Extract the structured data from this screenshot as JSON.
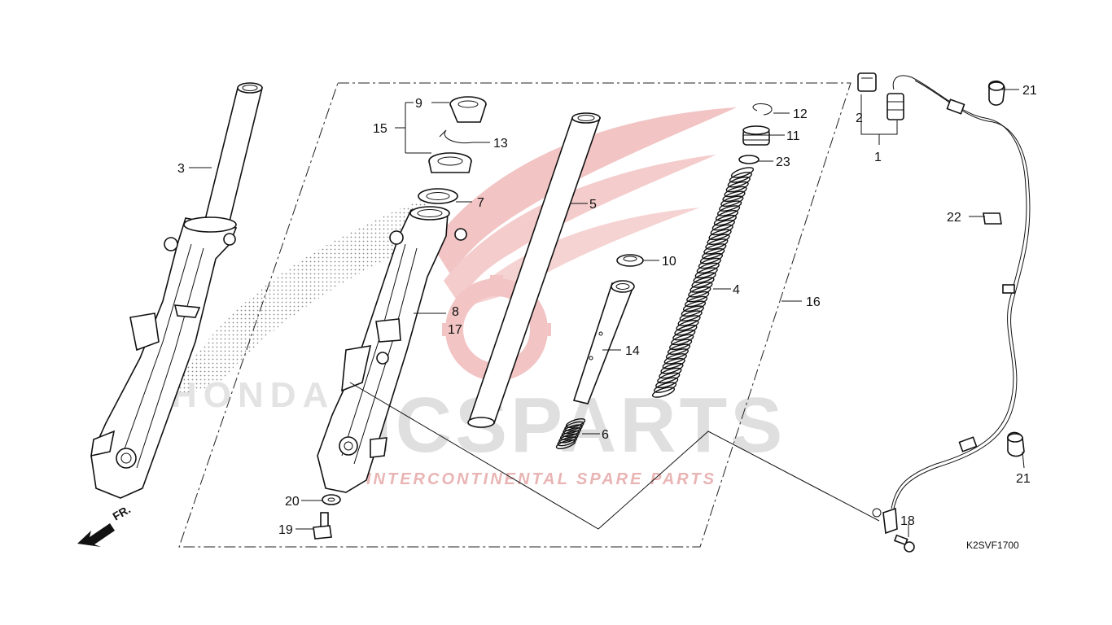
{
  "diagram": {
    "drawing_code": "K2SVF1700",
    "direction_label": "FR.",
    "watermark": {
      "brand": "ICSPARTS",
      "tagline": "INTERCONTINENTAL SPARE PARTS",
      "logo_text": "HONDA"
    },
    "callouts": [
      {
        "id": "c1",
        "label": "1"
      },
      {
        "id": "c2",
        "label": "2"
      },
      {
        "id": "c3",
        "label": "3"
      },
      {
        "id": "c4",
        "label": "4"
      },
      {
        "id": "c5",
        "label": "5"
      },
      {
        "id": "c6",
        "label": "6"
      },
      {
        "id": "c7",
        "label": "7"
      },
      {
        "id": "c8",
        "label": "8"
      },
      {
        "id": "c9",
        "label": "9"
      },
      {
        "id": "c10",
        "label": "10"
      },
      {
        "id": "c11",
        "label": "11"
      },
      {
        "id": "c12",
        "label": "12"
      },
      {
        "id": "c13",
        "label": "13"
      },
      {
        "id": "c14",
        "label": "14"
      },
      {
        "id": "c15",
        "label": "15"
      },
      {
        "id": "c16",
        "label": "16"
      },
      {
        "id": "c17",
        "label": "17"
      },
      {
        "id": "c18",
        "label": "18"
      },
      {
        "id": "c19",
        "label": "19"
      },
      {
        "id": "c20",
        "label": "20"
      },
      {
        "id": "c21a",
        "label": "21"
      },
      {
        "id": "c21b",
        "label": "21"
      },
      {
        "id": "c22",
        "label": "22"
      },
      {
        "id": "c23",
        "label": "23"
      }
    ]
  }
}
